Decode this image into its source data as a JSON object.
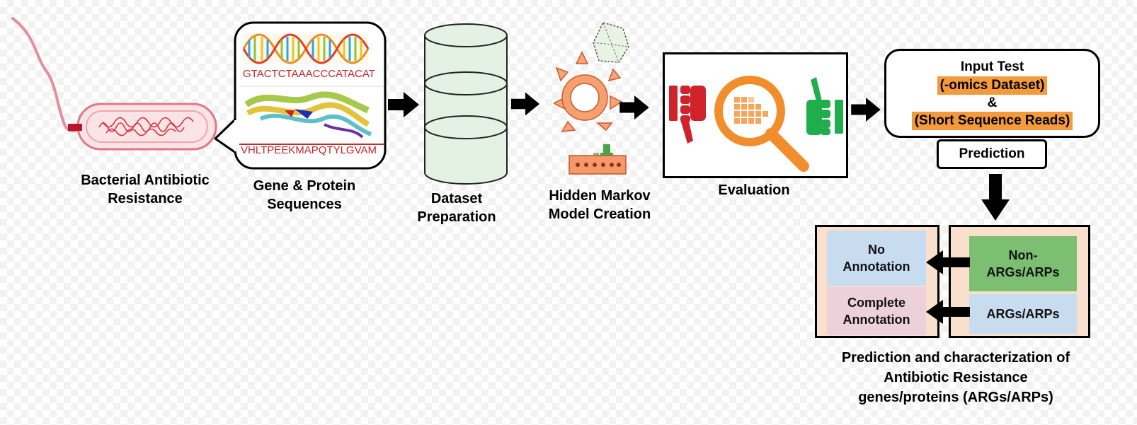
{
  "steps": {
    "bacteria": {
      "label_line1": "Bacterial Antibiotic",
      "label_line2": "Resistance"
    },
    "sequences": {
      "label_line1": "Gene & Protein",
      "label_line2": "Sequences",
      "dna_text": "GTACTCTAAACCCATACAT",
      "protein_text": "VHLTPEEKMAPQTYLGVAM"
    },
    "dataset": {
      "label_line1": "Dataset",
      "label_line2": "Preparation"
    },
    "hmm": {
      "label_line1": "Hidden Markov",
      "label_line2": "Model Creation"
    },
    "evaluation": {
      "label": "Evaluation"
    },
    "input": {
      "title": "Input Test",
      "omics": "(-omics Dataset)",
      "ampersand": "&",
      "reads": "(Short Sequence Reads)",
      "prediction": "Prediction"
    },
    "results": {
      "no_annotation_line1": "No",
      "no_annotation_line2": "Annotation",
      "complete_annotation_line1": "Complete",
      "complete_annotation_line2": "Annotation",
      "non_args_line1": "Non-",
      "non_args_line2": "ARGs/ARPs",
      "args": "ARGs/ARPs"
    },
    "final": {
      "line1": "Prediction and characterization of",
      "line2": "Antibiotic Resistance",
      "line3": "genes/proteins (ARGs/ARPs)"
    }
  },
  "colors": {
    "orange": "#f39a3c",
    "red_thumb": "#d0222b",
    "green_thumb": "#1fae4b",
    "cylinder": "#e3f2e2",
    "blue_cell": "#c7dcef",
    "pink_cell": "#ecd1da",
    "green_cell": "#7cbf72",
    "peach_bg": "#f9e0cd"
  }
}
